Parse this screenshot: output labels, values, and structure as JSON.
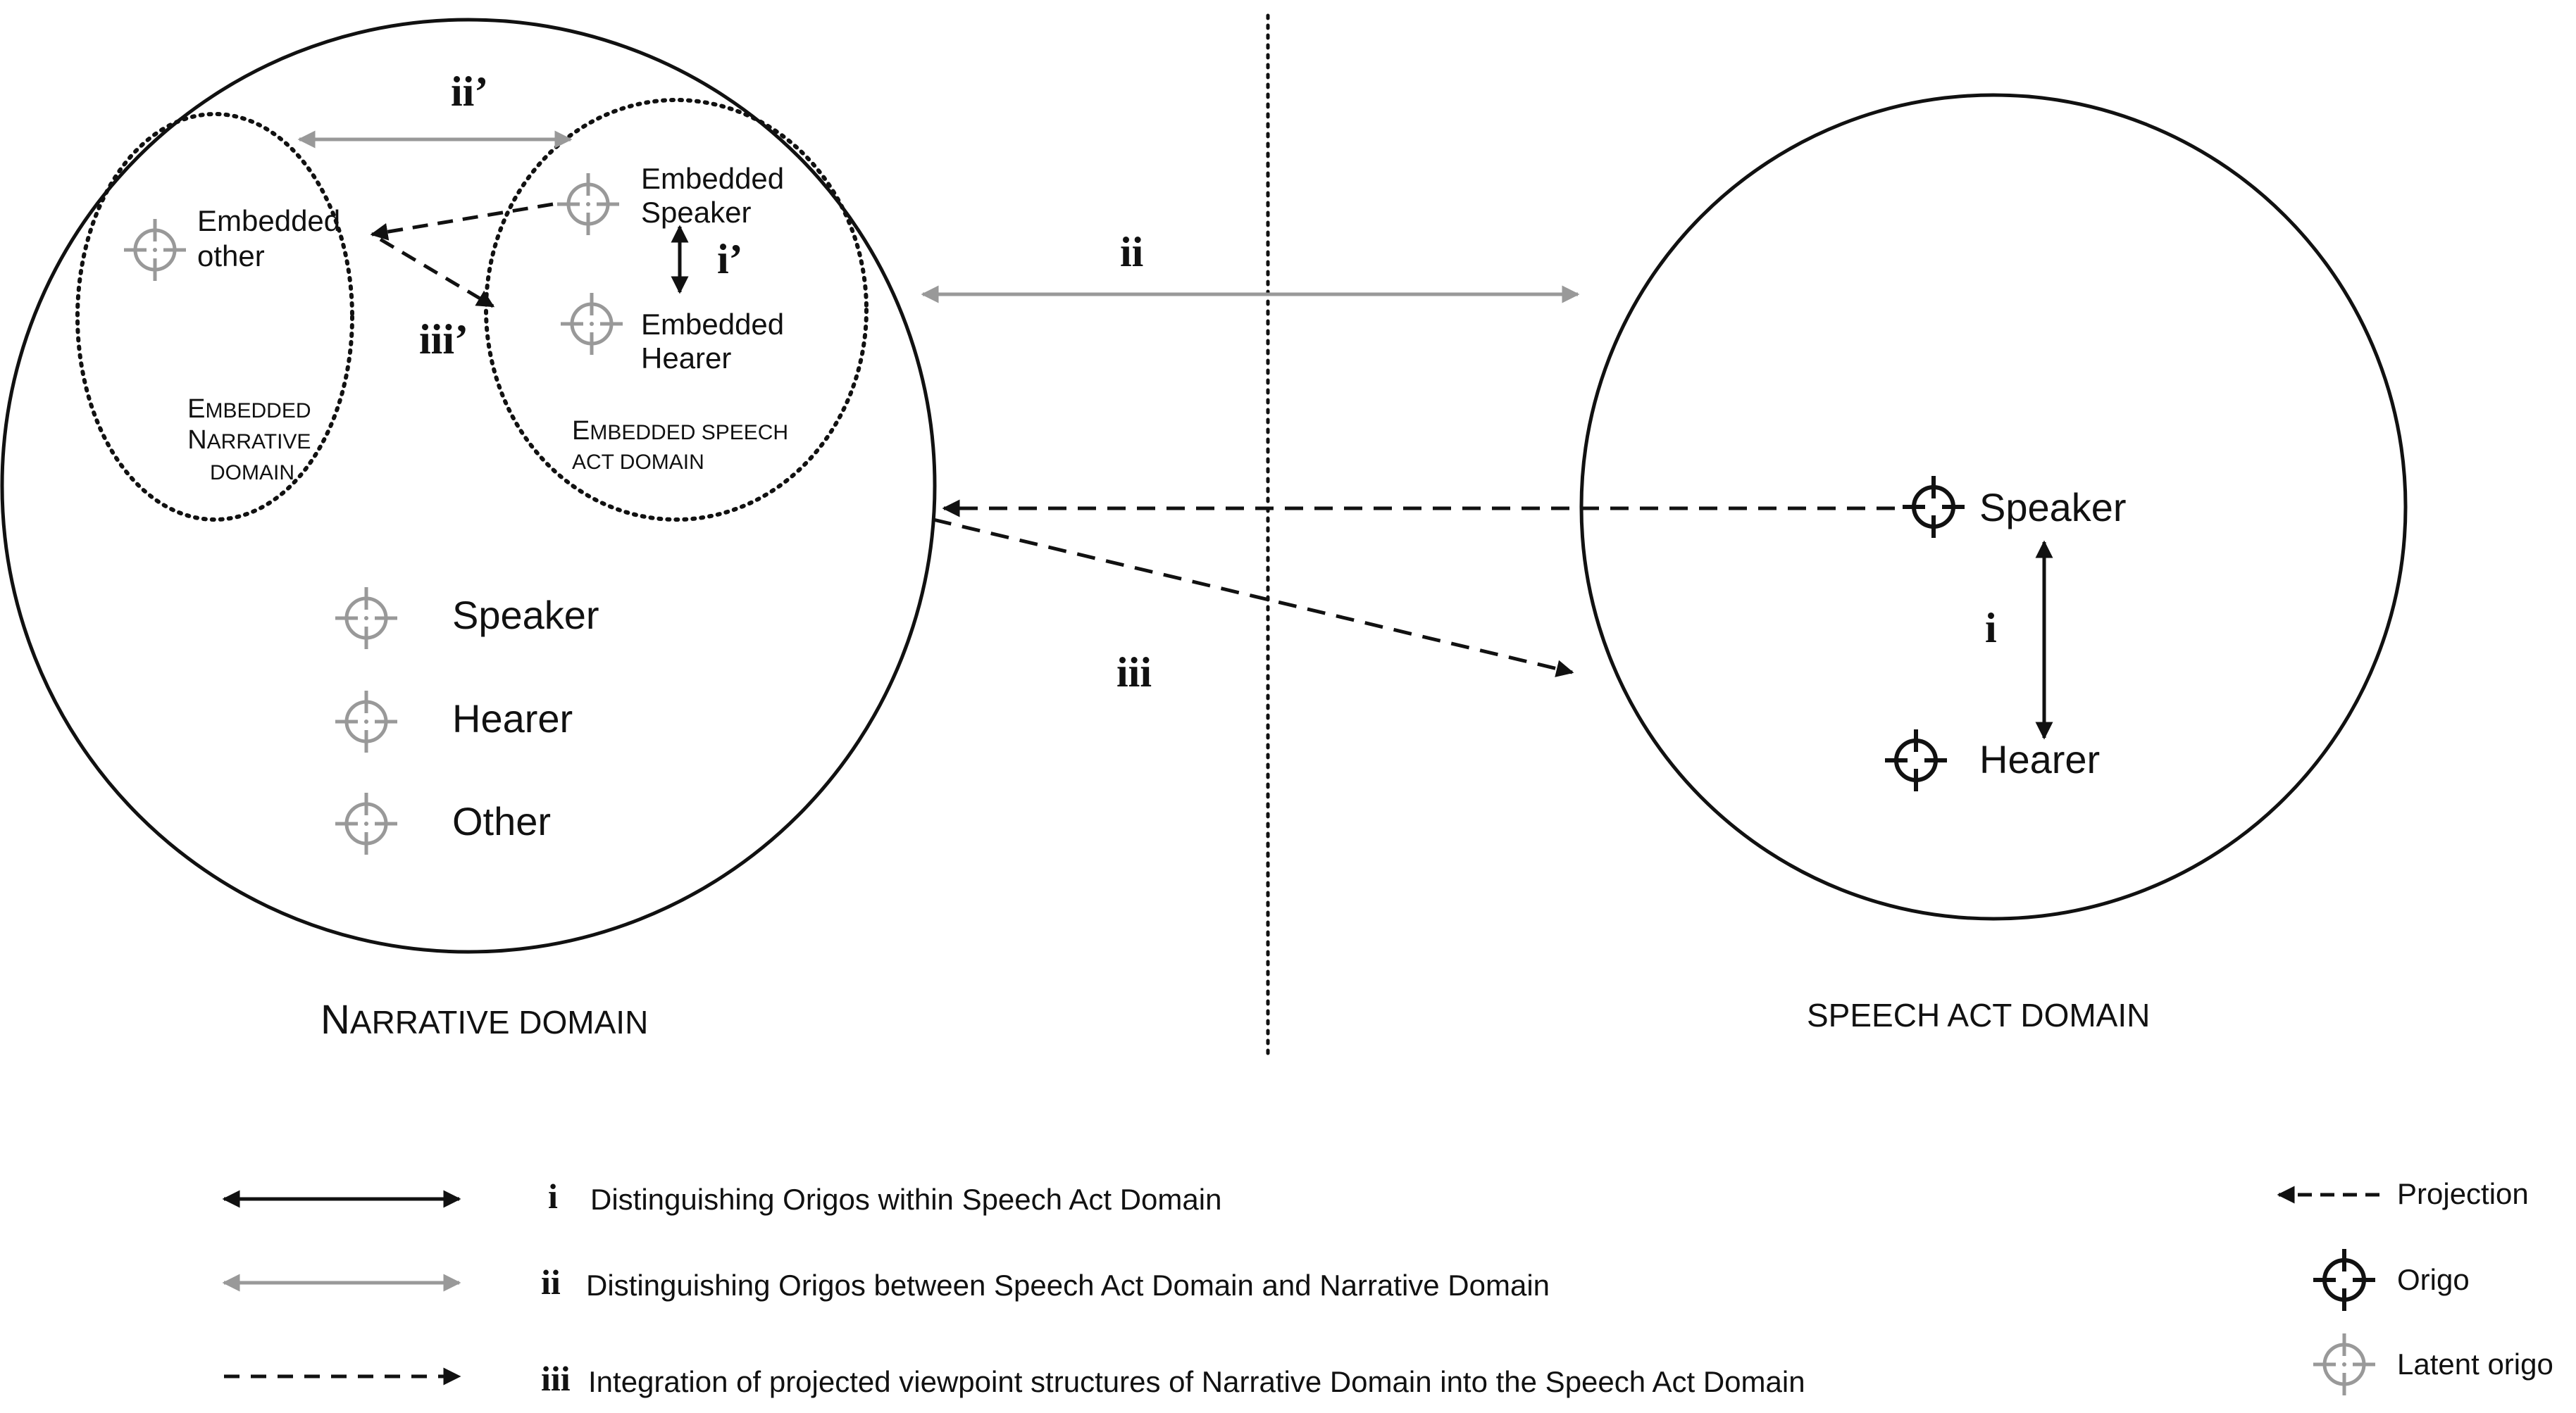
{
  "domains": {
    "narrative_title_big": "N",
    "narrative_title_rest": "ARRATIVE DOMAIN",
    "speech_act_title": "SPEECH ACT DOMAIN"
  },
  "embedded": {
    "narrative_line1_big": "E",
    "narrative_line1_rest": "MBEDDED",
    "narrative_line2_big": "N",
    "narrative_line2_rest": "ARRATIVE",
    "narrative_line3": "DOMAIN",
    "speech_line1_big": "E",
    "speech_line1_rest": "MBEDDED SPEECH",
    "speech_line2": "ACT DOMAIN",
    "other_line1": "Embedded",
    "other_line2": "other",
    "speaker_line1": "Embedded",
    "speaker_line2": "Speaker",
    "hearer_line1": "Embedded",
    "hearer_line2": "Hearer"
  },
  "narrative_origos": [
    "Speaker",
    "Hearer",
    "Other"
  ],
  "speech_act_origos": [
    "Speaker",
    "Hearer"
  ],
  "relation_labels": {
    "i": "i",
    "ii": "ii",
    "iii": "iii",
    "i_prime": "i’",
    "ii_prime": "ii’",
    "iii_prime": "iii’"
  },
  "legend": [
    {
      "numeral": "i",
      "text": "Distinguishing Origos within Speech Act Domain"
    },
    {
      "numeral": "ii",
      "text": "Distinguishing Origos between Speech Act Domain and Narrative Domain"
    },
    {
      "numeral": "iii",
      "text": "Integration of projected viewpoint structures of Narrative Domain into the Speech Act Domain"
    }
  ],
  "key": {
    "projection": "Projection",
    "origo": "Origo",
    "latent_origo": "Latent origo"
  },
  "colors": {
    "solid": "#111111",
    "latent": "#999999"
  }
}
